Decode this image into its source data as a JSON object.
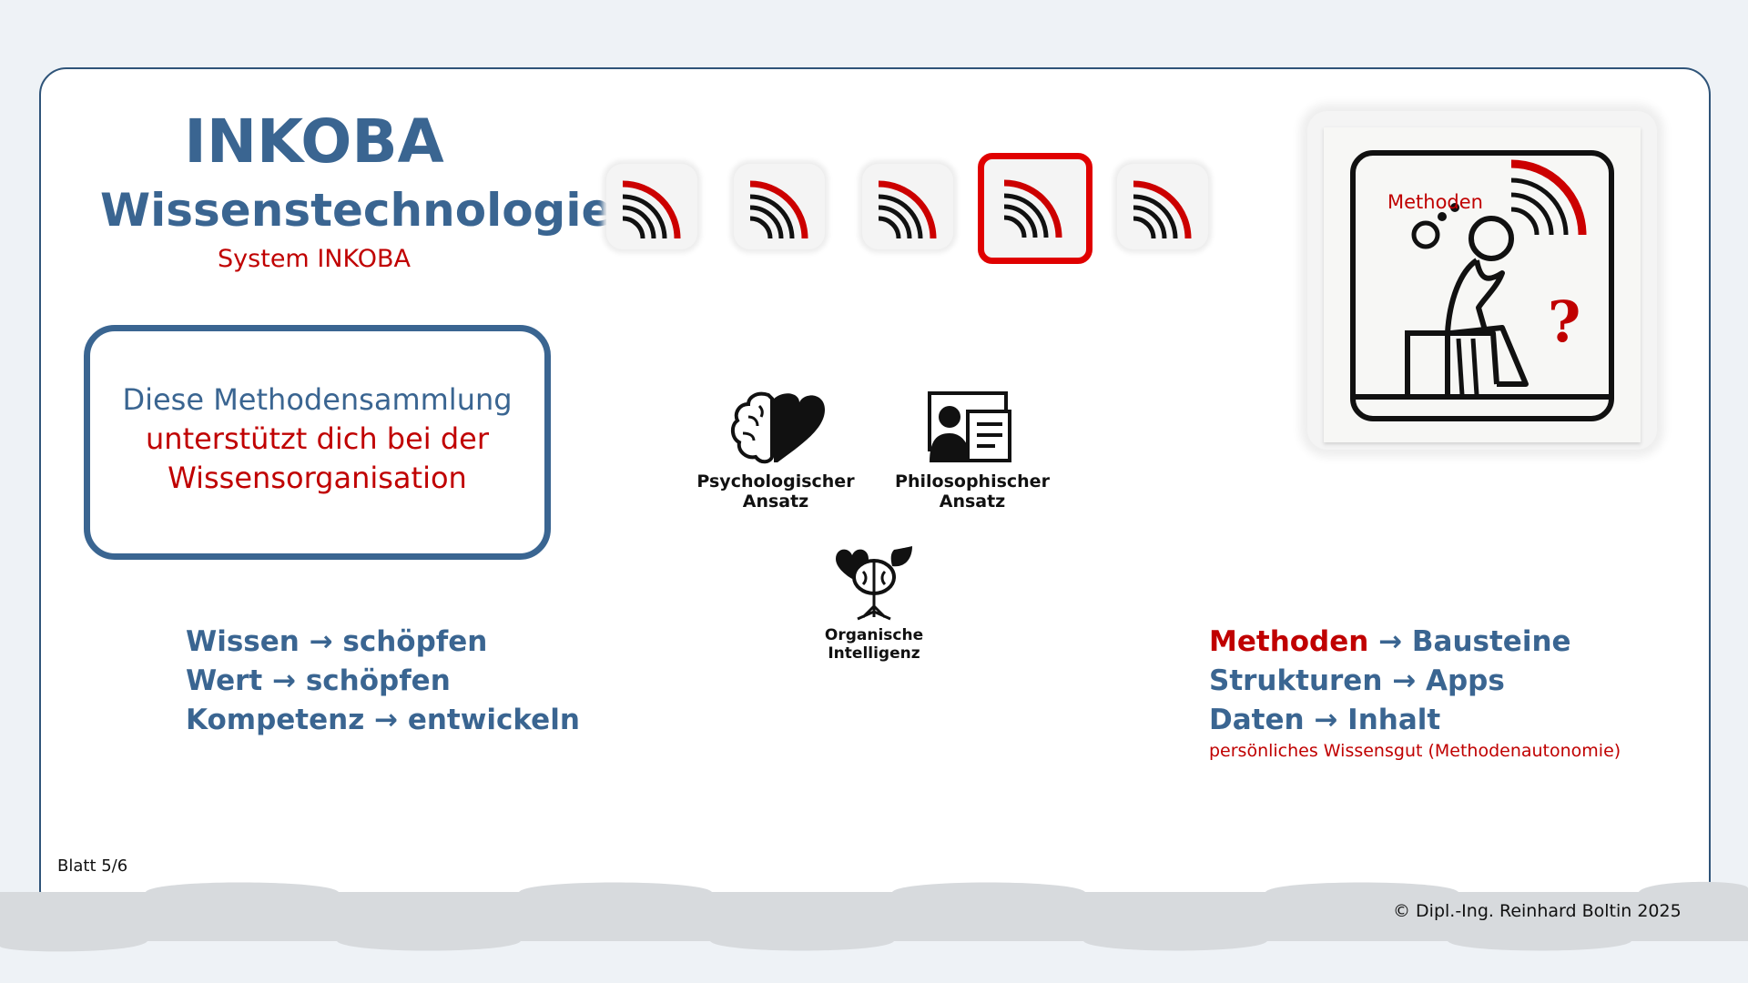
{
  "header": {
    "title": "INKOBA",
    "subtitle": "Wissenstechnologie",
    "system": "System INKOBA"
  },
  "infobox": {
    "line1": "Diese Methodensammlung",
    "line2": "unterstützt dich bei der",
    "line3": "Wissensorganisation"
  },
  "sheet_tabs": {
    "count": 5,
    "selected_index": 3,
    "icon": "wifi-signal-icon",
    "accent": "#cc0000"
  },
  "approaches": {
    "psychological": {
      "line1": "Psychologischer",
      "line2": "Ansatz",
      "icon": "brain-heart-icon"
    },
    "philosophical": {
      "line1": "Philosophischer",
      "line2": "Ansatz",
      "icon": "presenter-icon"
    },
    "organic": {
      "line1": "Organische",
      "line2": "Intelligenz",
      "icon": "brain-tree-icon"
    }
  },
  "illustration": {
    "label": "Methoden",
    "mark": "?",
    "icon": "thinking-person-icon"
  },
  "left_list": [
    {
      "a": "Wissen",
      "b": "schöpfen"
    },
    {
      "a": "Wert",
      "b": "schöpfen"
    },
    {
      "a": "Kompetenz",
      "b": "entwickeln"
    }
  ],
  "right_list": [
    {
      "a": "Methoden",
      "b": "Bausteine"
    },
    {
      "a": "Strukturen",
      "b": "Apps"
    },
    {
      "a": "Daten",
      "b": "Inhalt"
    }
  ],
  "right_note": "persönliches Wissensgut (Methodenautonomie)",
  "footer": {
    "page": "Blatt 5/6",
    "copyright": "© Dipl.-Ing. Reinhard Boltin 2025"
  },
  "colors": {
    "primary_blue": "#3a6591",
    "accent_red": "#c00000"
  }
}
